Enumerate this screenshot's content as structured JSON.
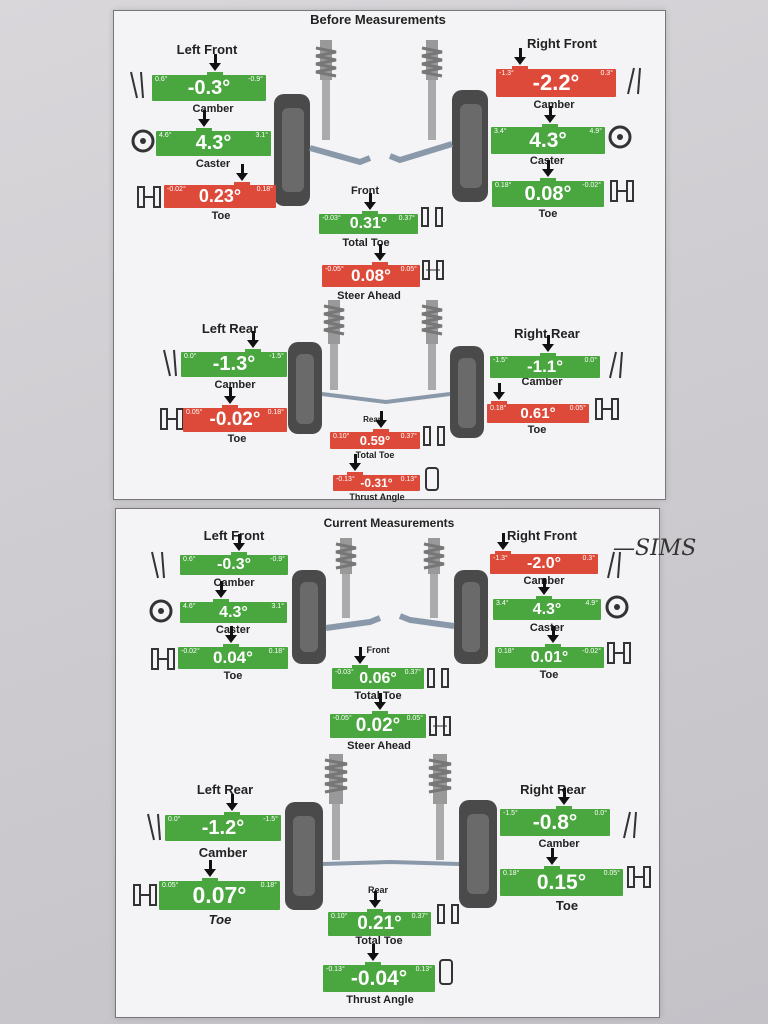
{
  "before": {
    "title": "Before Measurements",
    "left_front": {
      "label": "Left Front",
      "camber": {
        "label": "Camber",
        "min": "0.6°",
        "max": "-0.9°",
        "value": "-0.3°",
        "status": "green"
      },
      "caster": {
        "label": "Caster",
        "min": "4.6°",
        "max": "3.1°",
        "value": "4.3°",
        "status": "green"
      },
      "toe": {
        "label": "Toe",
        "min": "-0.02°",
        "max": "0.18°",
        "value": "0.23°",
        "status": "red"
      }
    },
    "right_front": {
      "label": "Right Front",
      "camber": {
        "label": "Camber",
        "min": "-1.3°",
        "max": "0.3°",
        "value": "-2.2°",
        "status": "red"
      },
      "caster": {
        "label": "Caster",
        "min": "3.4°",
        "max": "4.9°",
        "value": "4.3°",
        "status": "green"
      },
      "toe": {
        "label": "Toe",
        "min": "0.18°",
        "max": "-0.02°",
        "value": "0.08°",
        "status": "green"
      }
    },
    "front": {
      "label": "Front",
      "total_toe": {
        "label": "Total Toe",
        "min": "-0.03°",
        "max": "0.37°",
        "value": "0.31°",
        "status": "green"
      },
      "steer_ahead": {
        "label": "Steer Ahead",
        "min": "-0.05°",
        "max": "0.05°",
        "value": "0.08°",
        "status": "red"
      }
    },
    "left_rear": {
      "label": "Left Rear",
      "camber": {
        "label": "Camber",
        "min": "0.0°",
        "max": "-1.5°",
        "value": "-1.3°",
        "status": "green"
      },
      "toe": {
        "label": "Toe",
        "min": "0.05°",
        "max": "0.18°",
        "value": "-0.02°",
        "status": "red"
      }
    },
    "right_rear": {
      "label": "Right Rear",
      "camber": {
        "label": "Camber",
        "min": "-1.5°",
        "max": "0.0°",
        "value": "-1.1°",
        "status": "green"
      },
      "toe": {
        "label": "Toe",
        "min": "0.18°",
        "max": "0.05°",
        "value": "0.61°",
        "status": "red"
      }
    },
    "rear": {
      "label": "Rear",
      "total_toe": {
        "label": "Total Toe",
        "min": "0.10°",
        "max": "0.37°",
        "value": "0.59°",
        "status": "red"
      },
      "thrust_angle": {
        "label": "Thrust Angle",
        "min": "-0.13°",
        "max": "0.13°",
        "value": "-0.31°",
        "status": "red"
      }
    }
  },
  "current": {
    "title": "Current Measurements",
    "left_front": {
      "label": "Left Front",
      "camber": {
        "label": "Camber",
        "min": "0.6°",
        "max": "-0.9°",
        "value": "-0.3°",
        "status": "green"
      },
      "caster": {
        "label": "Caster",
        "min": "4.6°",
        "max": "3.1°",
        "value": "4.3°",
        "status": "green"
      },
      "toe": {
        "label": "Toe",
        "min": "-0.02°",
        "max": "0.18°",
        "value": "0.04°",
        "status": "green"
      }
    },
    "right_front": {
      "label": "Right Front",
      "camber": {
        "label": "Camber",
        "min": "-1.3°",
        "max": "0.3°",
        "value": "-2.0°",
        "status": "red"
      },
      "caster": {
        "label": "Caster",
        "min": "3.4°",
        "max": "4.9°",
        "value": "4.3°",
        "status": "green"
      },
      "toe": {
        "label": "Toe",
        "min": "0.18°",
        "max": "-0.02°",
        "value": "0.01°",
        "status": "green"
      }
    },
    "front": {
      "label": "Front",
      "total_toe": {
        "label": "Total Toe",
        "min": "-0.03°",
        "max": "0.37°",
        "value": "0.06°",
        "status": "green"
      },
      "steer_ahead": {
        "label": "Steer Ahead",
        "min": "-0.05°",
        "max": "0.05°",
        "value": "0.02°",
        "status": "green"
      }
    },
    "left_rear": {
      "label": "Left Rear",
      "camber": {
        "label": "Camber",
        "min": "0.0°",
        "max": "-1.5°",
        "value": "-1.2°",
        "status": "green"
      },
      "toe": {
        "label": "Toe",
        "min": "0.05°",
        "max": "0.18°",
        "value": "0.07°",
        "status": "green"
      }
    },
    "right_rear": {
      "label": "Right Rear",
      "camber": {
        "label": "Camber",
        "min": "-1.5°",
        "max": "0.0°",
        "value": "-0.8°",
        "status": "green"
      },
      "toe": {
        "label": "Toe",
        "min": "0.18°",
        "max": "0.05°",
        "value": "0.15°",
        "status": "green"
      }
    },
    "rear": {
      "label": "Rear",
      "total_toe": {
        "label": "Total Toe",
        "min": "0.10°",
        "max": "0.37°",
        "value": "0.21°",
        "status": "green"
      },
      "thrust_angle": {
        "label": "Thrust Angle",
        "min": "-0.13°",
        "max": "0.13°",
        "value": "-0.04°",
        "status": "green"
      }
    }
  },
  "handwritten_note": "—SIMS",
  "colors": {
    "in_spec": "#4aa63f",
    "out_of_spec": "#de4a3a"
  }
}
